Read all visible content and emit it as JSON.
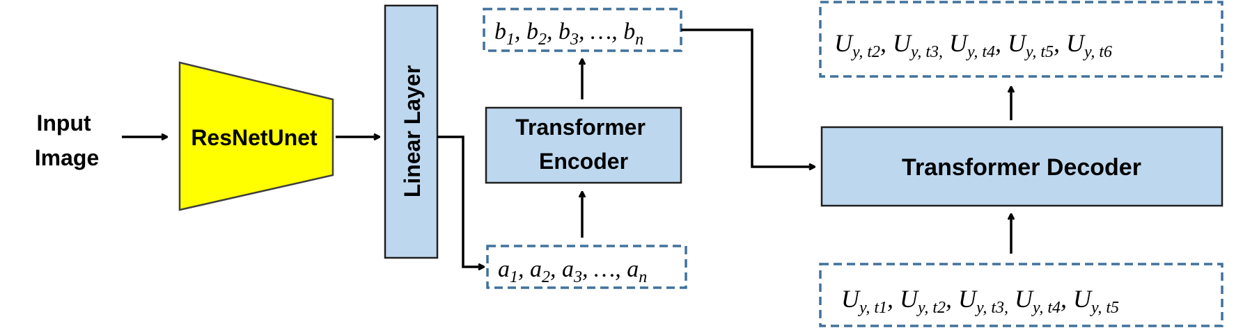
{
  "input_label": [
    "Input",
    "Image"
  ],
  "resnet_label": "ResNetUnet",
  "linear_label": "Linear Layer",
  "encoder_label": [
    "Transformer",
    "Encoder"
  ],
  "decoder_label": "Transformer Decoder",
  "sequences": {
    "a": {
      "terms": [
        {
          "base": "a",
          "sub": "1",
          "sep": ", "
        },
        {
          "base": "a",
          "sub": "2",
          "sep": ", "
        },
        {
          "base": "a",
          "sub": "3",
          "sep": ", …, "
        },
        {
          "base": "a",
          "sub": "n",
          "sep": ""
        }
      ]
    },
    "b": {
      "terms": [
        {
          "base": "b",
          "sub": "1",
          "sep": ", "
        },
        {
          "base": "b",
          "sub": "2",
          "sep": ", "
        },
        {
          "base": "b",
          "sub": "3",
          "sep": ", …, "
        },
        {
          "base": "b",
          "sub": "n",
          "sep": ""
        }
      ]
    },
    "u_in": {
      "terms": [
        {
          "base": "U",
          "sub": "y, t1",
          "sep": ", "
        },
        {
          "base": "U",
          "sub": "y, t2",
          "sep": ", "
        },
        {
          "base": "U",
          "sub": "y, t3,",
          "sep": " "
        },
        {
          "base": "U",
          "sub": "y, t4",
          "sep": ", "
        },
        {
          "base": "U",
          "sub": "y, t5",
          "sep": ""
        }
      ]
    },
    "u_out": {
      "terms": [
        {
          "base": "U",
          "sub": "y, t2",
          "sep": ", "
        },
        {
          "base": "U",
          "sub": "y, t3,",
          "sep": " "
        },
        {
          "base": "U",
          "sub": "y, t4",
          "sep": ", "
        },
        {
          "base": "U",
          "sub": "y, t5",
          "sep": ", "
        },
        {
          "base": "U",
          "sub": "y, t6",
          "sep": ""
        }
      ]
    }
  },
  "colors": {
    "block_fill": "#bdd7ee",
    "block_stroke": "#1f1f1f",
    "resnet_fill": "#ffff00",
    "dashed_stroke": "#41719c",
    "arrow": "#000000"
  }
}
